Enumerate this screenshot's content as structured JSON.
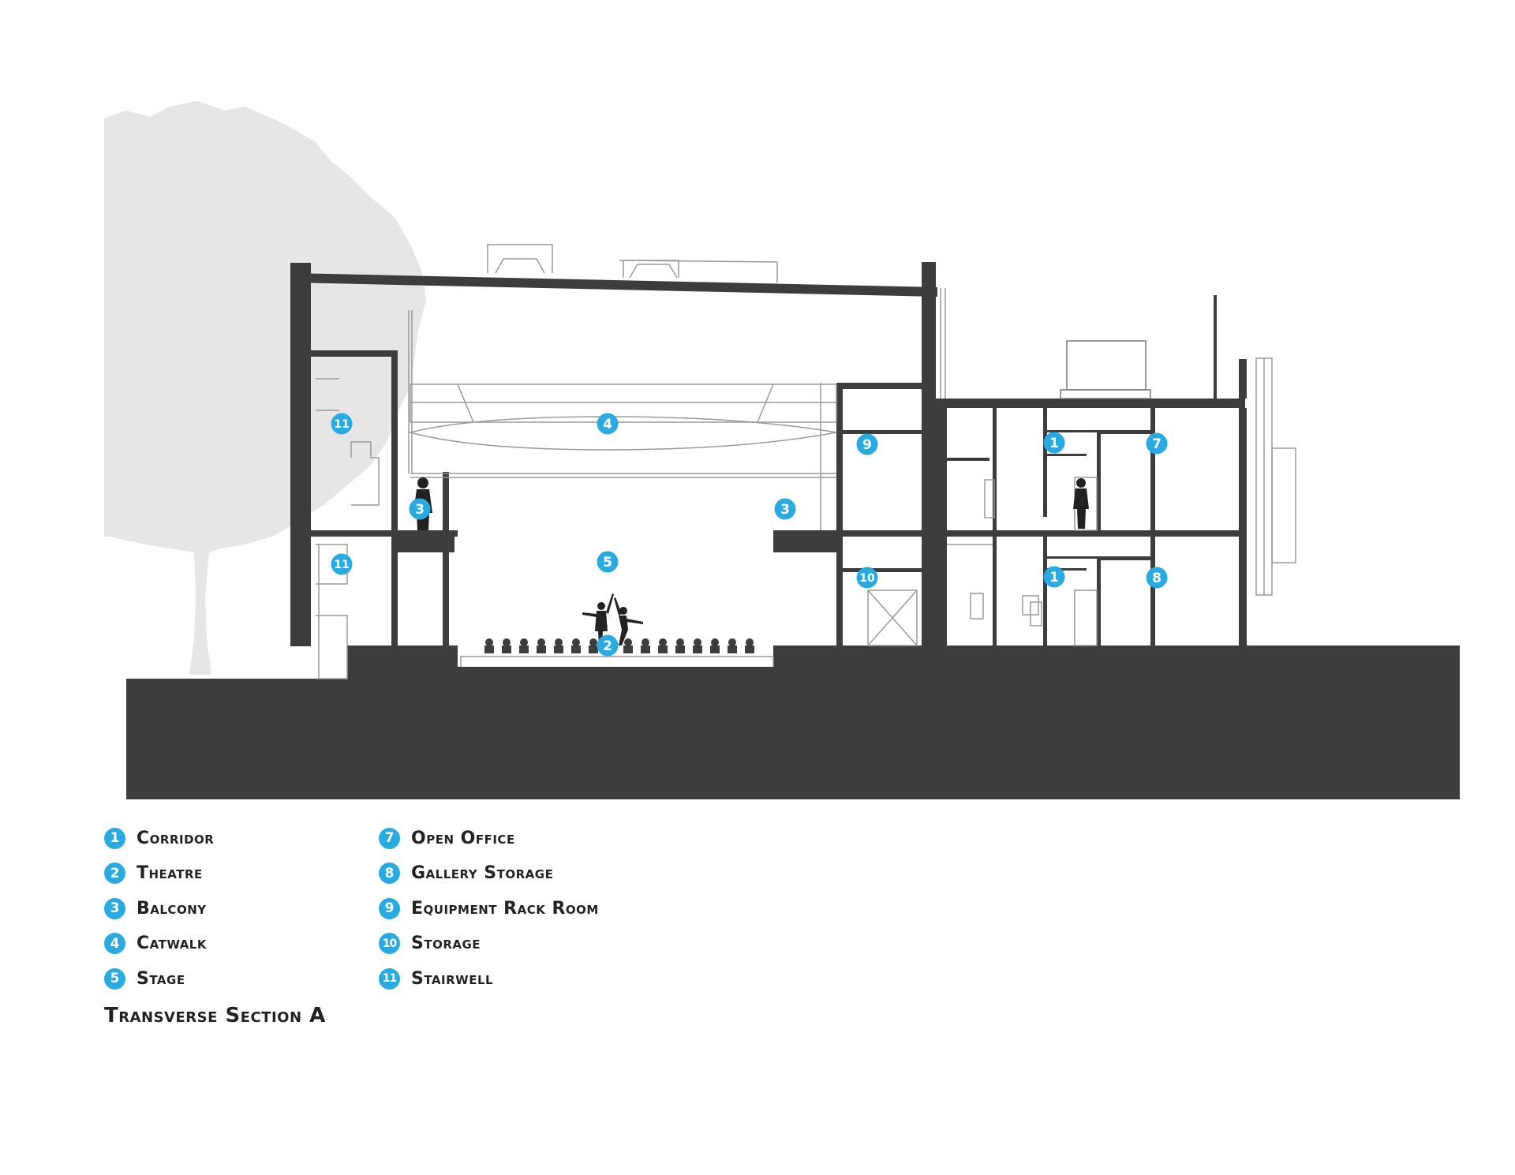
{
  "colors": {
    "accent": "#29abe2",
    "wall": "#3d3d3d",
    "tree": "#e6e6e6",
    "line": "#9a9a9a"
  },
  "markers": [
    {
      "num": "1"
    },
    {
      "num": "1"
    },
    {
      "num": "2"
    },
    {
      "num": "3"
    },
    {
      "num": "3"
    },
    {
      "num": "4"
    },
    {
      "num": "5"
    },
    {
      "num": "7"
    },
    {
      "num": "8"
    },
    {
      "num": "9"
    },
    {
      "num": "10"
    },
    {
      "num": "11"
    },
    {
      "num": "11"
    }
  ],
  "legend": {
    "items": [
      {
        "num": "1",
        "label": "Corridor"
      },
      {
        "num": "2",
        "label": "Theatre"
      },
      {
        "num": "3",
        "label": "Balcony"
      },
      {
        "num": "4",
        "label": "Catwalk"
      },
      {
        "num": "5",
        "label": "Stage"
      },
      {
        "num": "7",
        "label": "Open Office"
      },
      {
        "num": "8",
        "label": "Gallery Storage"
      },
      {
        "num": "9",
        "label": "Equipment Rack Room"
      },
      {
        "num": "10",
        "label": "Storage"
      },
      {
        "num": "11",
        "label": "Stairwell"
      }
    ]
  },
  "caption": "Transverse Section A"
}
